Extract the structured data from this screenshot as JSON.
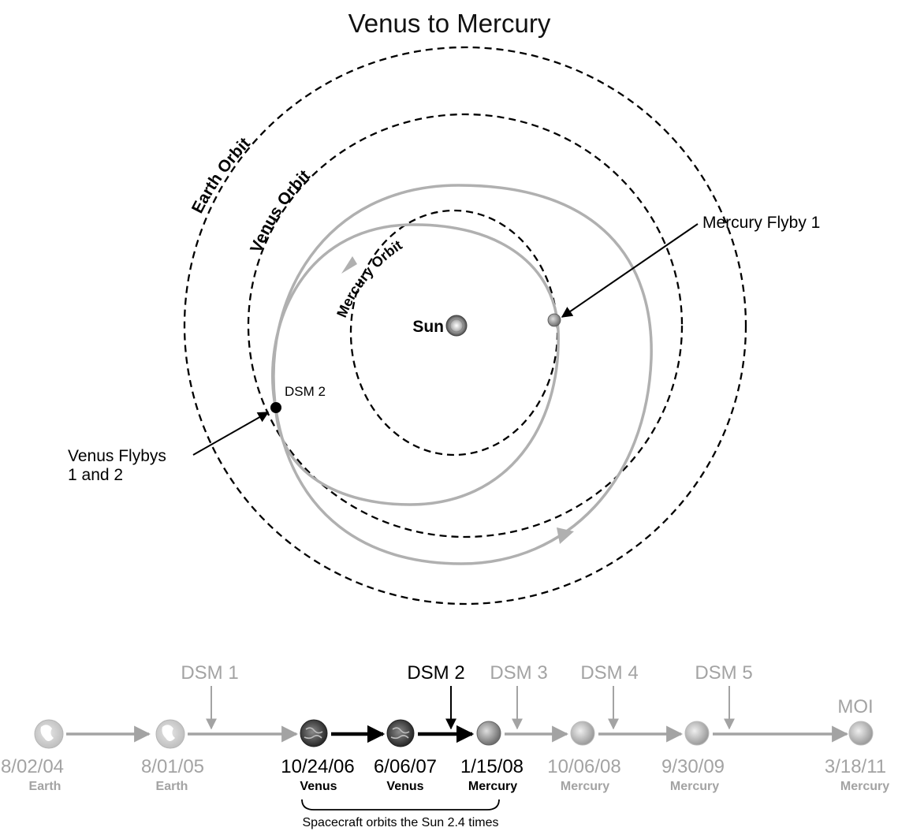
{
  "title": "Venus to Mercury",
  "orbit_labels": {
    "earth": "Earth Orbit",
    "venus": "Venus Orbit",
    "mercury": "Mercury Orbit"
  },
  "sun_label": "Sun",
  "callouts": {
    "mercury_flyby": "Mercury Flyby 1",
    "dsm": "DSM 2",
    "venus_flybys_line1": "Venus Flybys",
    "venus_flybys_line2": "1 and 2"
  },
  "timeline": {
    "events": [
      {
        "date": "8/02/04",
        "body": "Earth",
        "active": false,
        "icon": "earth-icon"
      },
      {
        "date": "8/01/05",
        "body": "Earth",
        "active": false,
        "icon": "earth-icon"
      },
      {
        "date": "10/24/06",
        "body": "Venus",
        "active": true,
        "icon": "venus-icon"
      },
      {
        "date": "6/06/07",
        "body": "Venus",
        "active": true,
        "icon": "venus-icon"
      },
      {
        "date": "1/15/08",
        "body": "Mercury",
        "active": true,
        "icon": "mercury-icon"
      },
      {
        "date": "10/06/08",
        "body": "Mercury",
        "active": false,
        "icon": "mercury-icon"
      },
      {
        "date": "9/30/09",
        "body": "Mercury",
        "active": false,
        "icon": "mercury-icon"
      },
      {
        "date": "3/18/11",
        "body": "Mercury",
        "active": false,
        "icon": "mercury-icon"
      }
    ],
    "dsm_labels": [
      {
        "text": "DSM 1",
        "active": false
      },
      {
        "text": "DSM 2",
        "active": true
      },
      {
        "text": "DSM 3",
        "active": false
      },
      {
        "text": "DSM 4",
        "active": false
      },
      {
        "text": "DSM 5",
        "active": false
      }
    ],
    "moi_label": "MOI",
    "bracket_caption": "Spacecraft orbits the Sun 2.4 times"
  },
  "colors": {
    "active": "#000000",
    "inactive": "#a3a3a3",
    "trajectory": "#b0b0b0"
  }
}
